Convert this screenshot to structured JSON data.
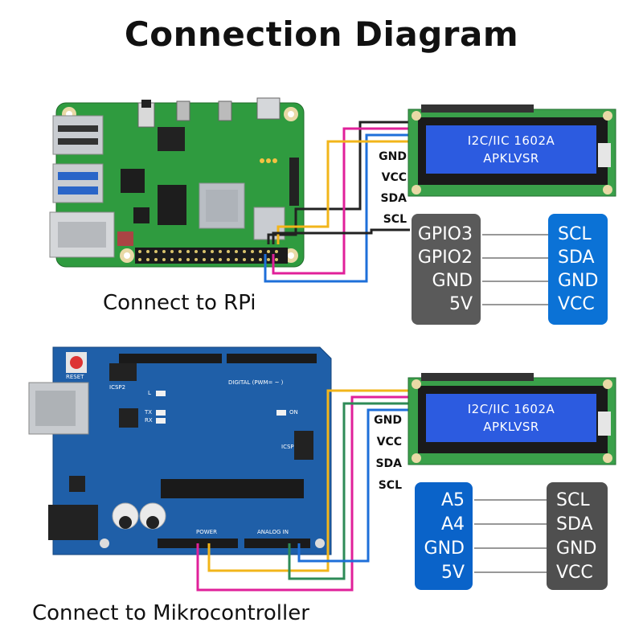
{
  "title": "Connection Diagram",
  "rpi_section": {
    "caption": "Connect to RPi",
    "lcd": {
      "line1": "I2C/IIC 1602A",
      "line2": "APKLVSR"
    },
    "lcd_pins": [
      "GND",
      "VCC",
      "SDA",
      "SCL"
    ],
    "table": {
      "left": [
        "GPIO3",
        "GPIO2",
        "GND",
        "5V"
      ],
      "right": [
        "SCL",
        "SDA",
        "GND",
        "VCC"
      ]
    }
  },
  "arduino_section": {
    "caption": "Connect to Mikrocontroller",
    "lcd": {
      "line1": "I2C/IIC 1602A",
      "line2": "APKLVSR"
    },
    "lcd_pins": [
      "GND",
      "VCC",
      "SDA",
      "SCL"
    ],
    "board_labels": {
      "reset": "RESET",
      "icsp2": "ICSP2",
      "digital": "DIGITAL (PWM= ~ )",
      "led_l": "L",
      "tx": "TX",
      "rx": "RX",
      "on": "ON",
      "icsp": "ICSP",
      "power": "POWER",
      "analog": "ANALOG IN"
    },
    "table": {
      "left": [
        "A5",
        "A4",
        "GND",
        "5V"
      ],
      "right": [
        "SCL",
        "SDA",
        "GND",
        "VCC"
      ]
    }
  },
  "colors": {
    "wire_yellow": "#f2b51a",
    "wire_blue": "#1e6fd9",
    "wire_magenta": "#e0209a",
    "wire_black": "#222222",
    "wire_green": "#2e8b57",
    "rpi_board": "#2e9a3e",
    "arduino_board": "#1f5fa8",
    "lcd_screen": "#2c5be0"
  }
}
